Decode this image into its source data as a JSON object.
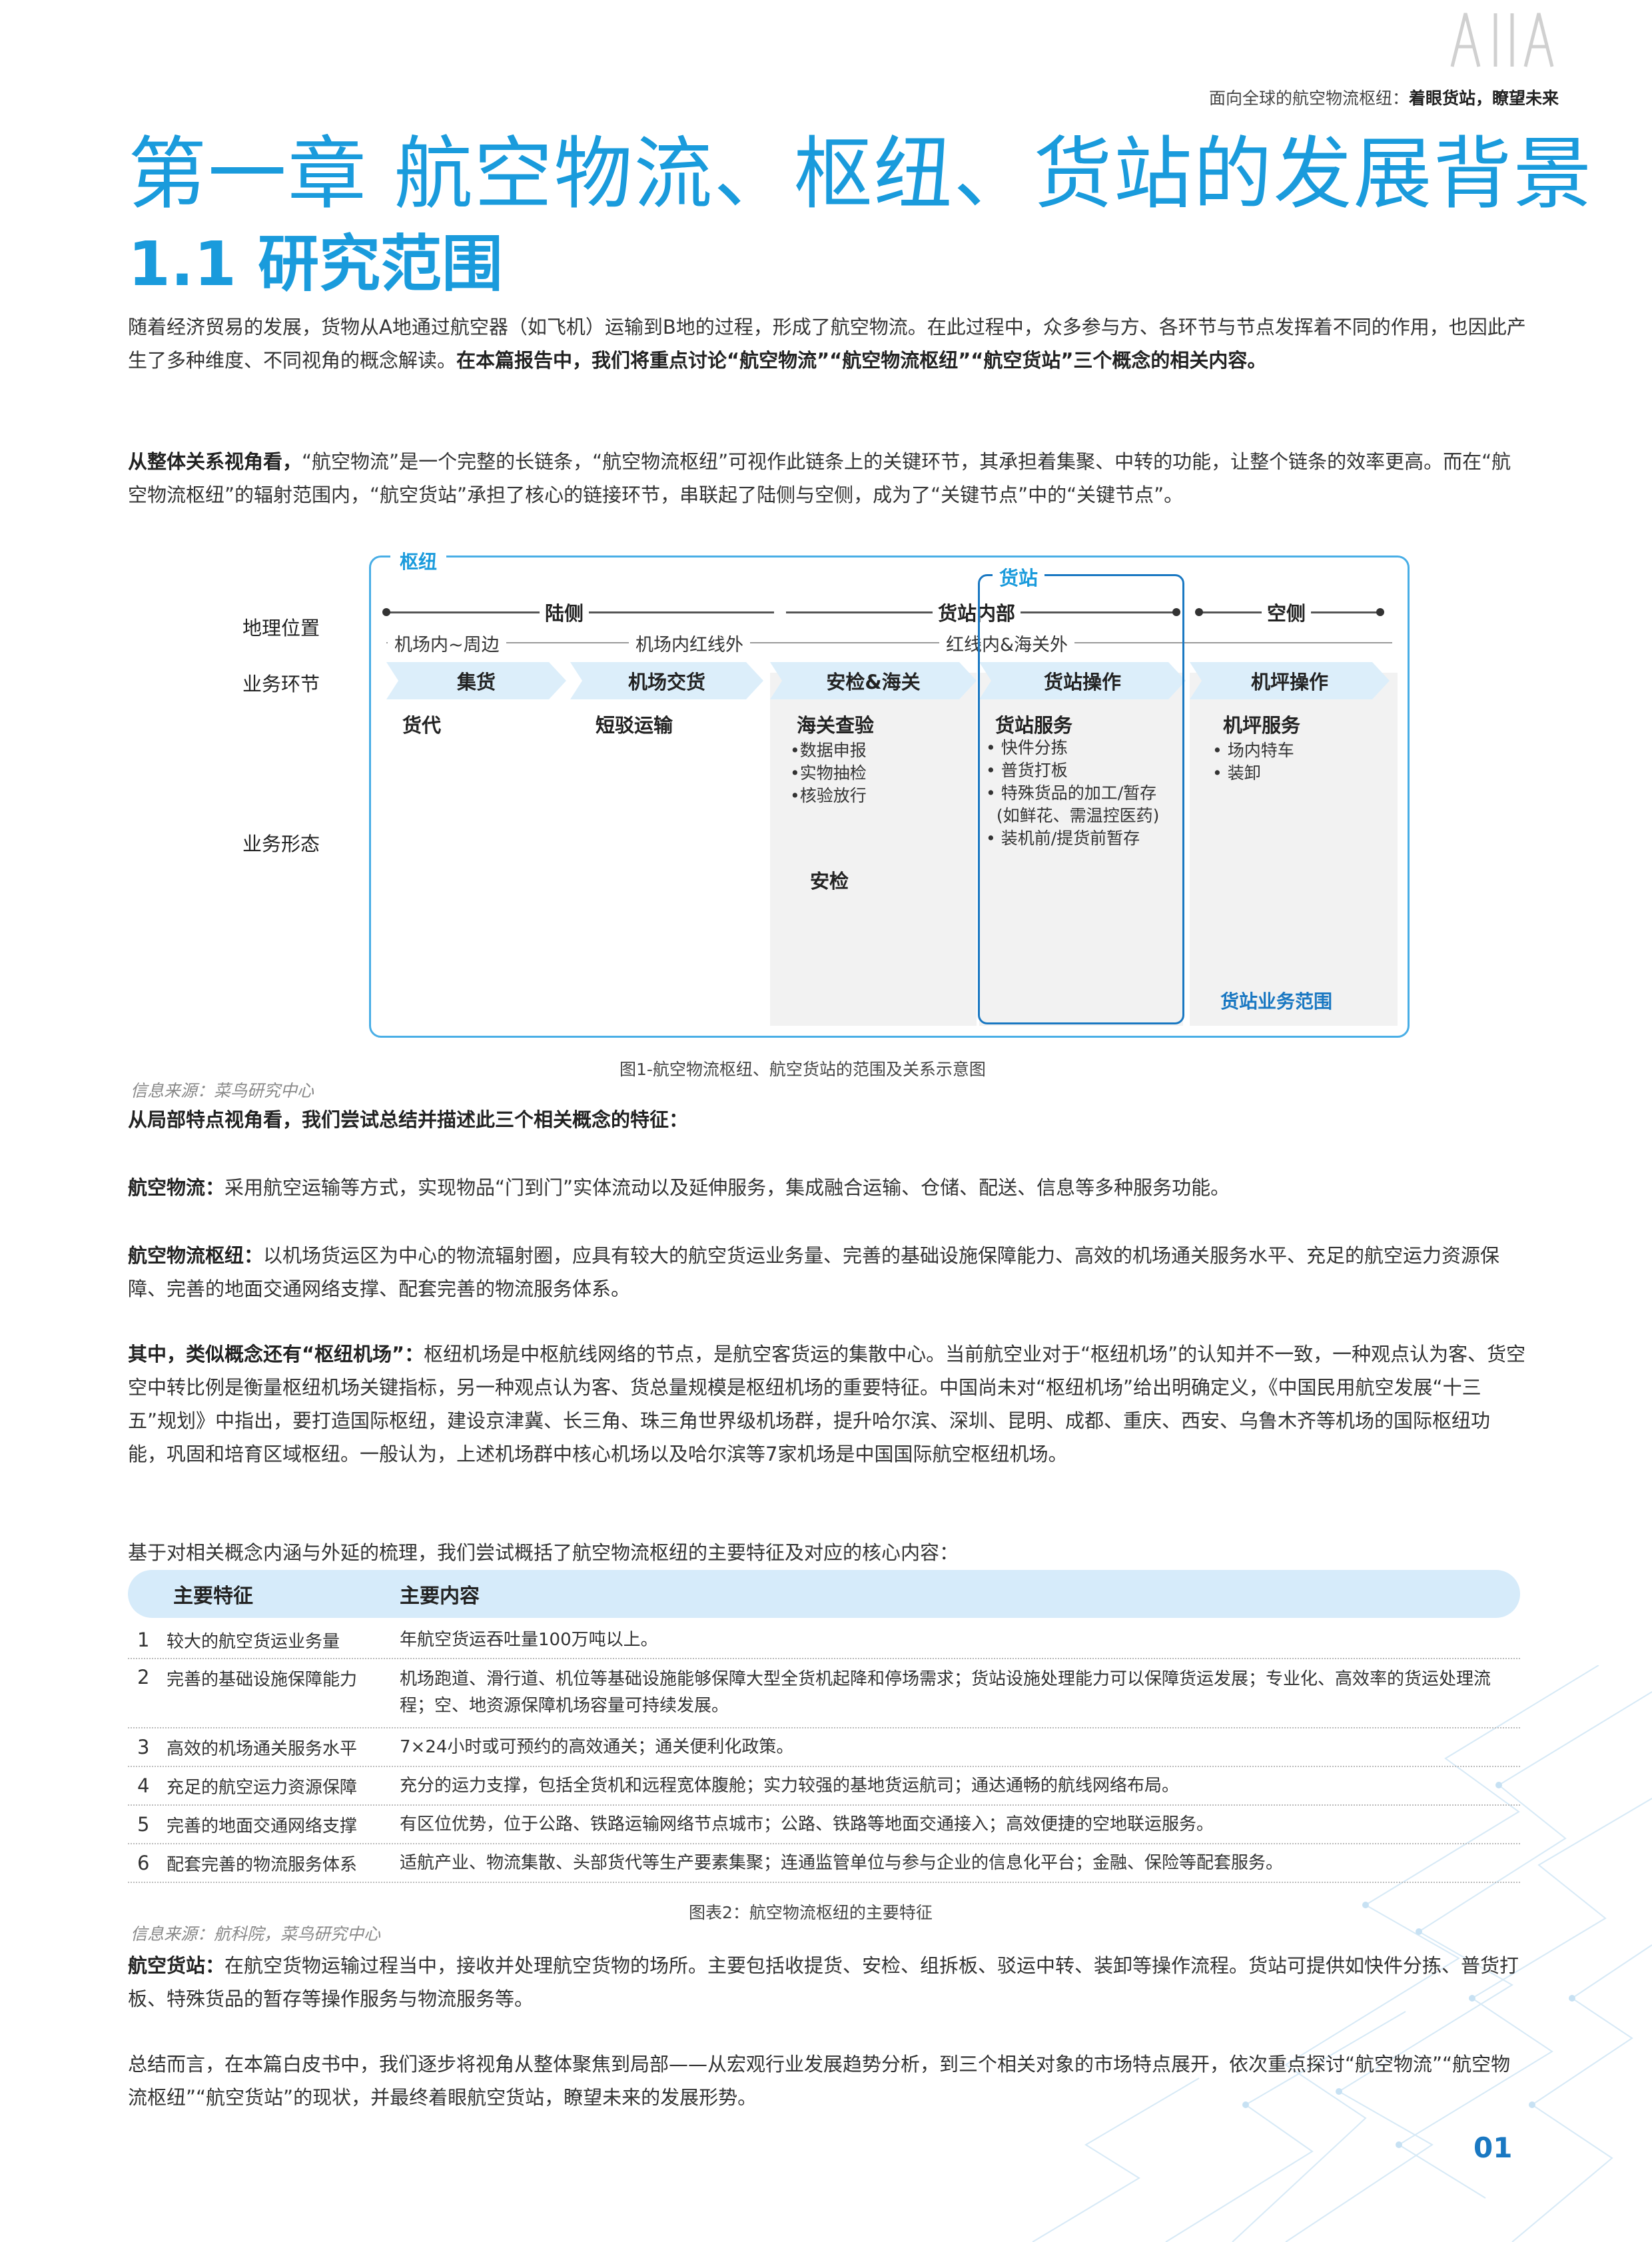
{
  "header": {
    "logo_text": "AIIA",
    "tagline_prefix": "面向全球的航空物流枢纽：",
    "tagline_bold": "着眼货站，瞭望未来"
  },
  "chapter_title": "第一章 航空物流、枢纽、货站的发展背景",
  "section_title": "1.1 研究范围",
  "intro": {
    "text": "随着经济贸易的发展，货物从A地通过航空器（如飞机）运输到B地的过程，形成了航空物流。在此过程中，众多参与方、各环节与节点发挥着不同的作用，也因此产生了多种维度、不同视角的概念解读。",
    "bold": "在本篇报告中，我们将重点讨论“航空物流”“航空物流枢纽”“航空货站”三个概念的相关内容。"
  },
  "overall": {
    "bold": "从整体关系视角看，",
    "text": "“航空物流”是一个完整的长链条，“航空物流枢纽”可视作此链条上的关键环节，其承担着集聚、中转的功能，让整个链条的效率更高。而在“航空物流枢纽”的辐射范围内，“航空货站”承担了核心的链接环节，串联起了陆侧与空侧，成为了“关键节点”中的“关键节点”。"
  },
  "diagram": {
    "frame_label": "枢纽",
    "cargo_label": "货站",
    "cargo_scope_label": "货站业务范围",
    "row_labels": [
      "地理位置",
      "业务环节",
      "业务形态"
    ],
    "locations": {
      "land": "陆侧",
      "inner": "货站内部",
      "air": "空侧",
      "sub1": "机场内~周边",
      "sub2": "机场内红线外",
      "sub3": "红线内&海关外"
    },
    "stages": [
      "集货",
      "机场交货",
      "安检&海关",
      "货站操作",
      "机坪操作"
    ],
    "services": {
      "forwarder": "货代",
      "short_haul": "短驳运输",
      "customs": {
        "title": "海关查验",
        "items": [
          "•数据申报",
          "•实物抽检",
          "•核验放行"
        ],
        "security": "安检"
      },
      "station": {
        "title": "货站服务",
        "items": [
          "• 快件分拣",
          "• 普货打板",
          "• 特殊货品的加工/暂存",
          "  (如鲜花、需温控医药)",
          "• 装机前/提货前暂存"
        ]
      },
      "apron": {
        "title": "机坪服务",
        "items": [
          "• 场内特车",
          "• 装卸"
        ]
      }
    },
    "caption": "图1-航空物流枢纽、航空货站的范围及关系示意图",
    "source": "信息来源：菜鸟研究中心"
  },
  "local_intro": "从局部特点视角看，我们尝试总结并描述此三个相关概念的特征：",
  "def_logistics": {
    "bold": "航空物流：",
    "text": "采用航空运输等方式，实现物品“门到门”实体流动以及延伸服务，集成融合运输、仓储、配送、信息等多种服务功能。"
  },
  "def_hub": {
    "bold": "航空物流枢纽：",
    "text": "以机场货运区为中心的物流辐射圈，应具有较大的航空货运业务量、完善的基础设施保障能力、高效的机场通关服务水平、充足的航空运力资源保障、完善的地面交通网络支撑、配套完善的物流服务体系。"
  },
  "def_similar": {
    "bold": "其中，类似概念还有“枢纽机场”：",
    "text": "枢纽机场是中枢航线网络的节点，是航空客货运的集散中心。当前航空业对于“枢纽机场”的认知并不一致，一种观点认为客、货空空中转比例是衡量枢纽机场关键指标，另一种观点认为客、货总量规模是枢纽机场的重要特征。中国尚未对“枢纽机场”给出明确定义，《中国民用航空发展“十三五”规划》中指出，要打造国际枢纽，建设京津冀、长三角、珠三角世界级机场群，提升哈尔滨、深圳、昆明、成都、重庆、西安、乌鲁木齐等机场的国际枢纽功能，巩固和培育区域枢纽。一般认为，上述机场群中核心机场以及哈尔滨等7家机场是中国国际航空枢纽机场。"
  },
  "table_intro": "基于对相关概念内涵与外延的梳理，我们尝试概括了航空物流枢纽的主要特征及对应的核心内容：",
  "table": {
    "headers": [
      "主要特征",
      "主要内容"
    ],
    "rows": [
      {
        "num": "1",
        "feature": "较大的航空货运业务量",
        "content": "年航空货运吞吐量100万吨以上。"
      },
      {
        "num": "2",
        "feature": "完善的基础设施保障能力",
        "content": "机场跑道、滑行道、机位等基础设施能够保障大型全货机起降和停场需求；货站设施处理能力可以保障货运发展；专业化、高效率的货运处理流程；空、地资源保障机场容量可持续发展。"
      },
      {
        "num": "3",
        "feature": "高效的机场通关服务水平",
        "content": "7×24小时或可预约的高效通关；通关便利化政策。"
      },
      {
        "num": "4",
        "feature": "充足的航空运力资源保障",
        "content": "充分的运力支撑，包括全货机和远程宽体腹舱；实力较强的基地货运航司；通达通畅的航线网络布局。"
      },
      {
        "num": "5",
        "feature": "完善的地面交通网络支撑",
        "content": "有区位优势，位于公路、铁路运输网络节点城市；公路、铁路等地面交通接入；高效便捷的空地联运服务。"
      },
      {
        "num": "6",
        "feature": "配套完善的物流服务体系",
        "content": "适航产业、物流集散、头部货代等生产要素集聚；连通监管单位与参与企业的信息化平台；金融、保险等配套服务。"
      }
    ],
    "caption": "图表2：航空物流枢纽的主要特征",
    "source": "信息来源：航科院，菜鸟研究中心"
  },
  "def_station": {
    "bold": "航空货站：",
    "text": "在航空货物运输过程当中，接收并处理航空货物的场所。主要包括收提货、安检、组拆板、驳运中转、装卸等操作流程。货站可提供如快件分拣、普货打板、特殊货品的暂存等操作服务与物流服务等。"
  },
  "summary": "总结而言，在本篇白皮书中，我们逐步将视角从整体聚焦到局部——从宏观行业发展趋势分析，到三个相关对象的市场特点展开，依次重点探讨“航空物流”“航空物流枢纽”“航空货站”的现状，并最终着眼航空货站，瞭望未来的发展形势。",
  "page_number": "01",
  "colors": {
    "accent": "#1a9bdc",
    "dark_accent": "#1a78c2",
    "chevron": "#dceefa",
    "table_head": "#d6ebfa"
  }
}
